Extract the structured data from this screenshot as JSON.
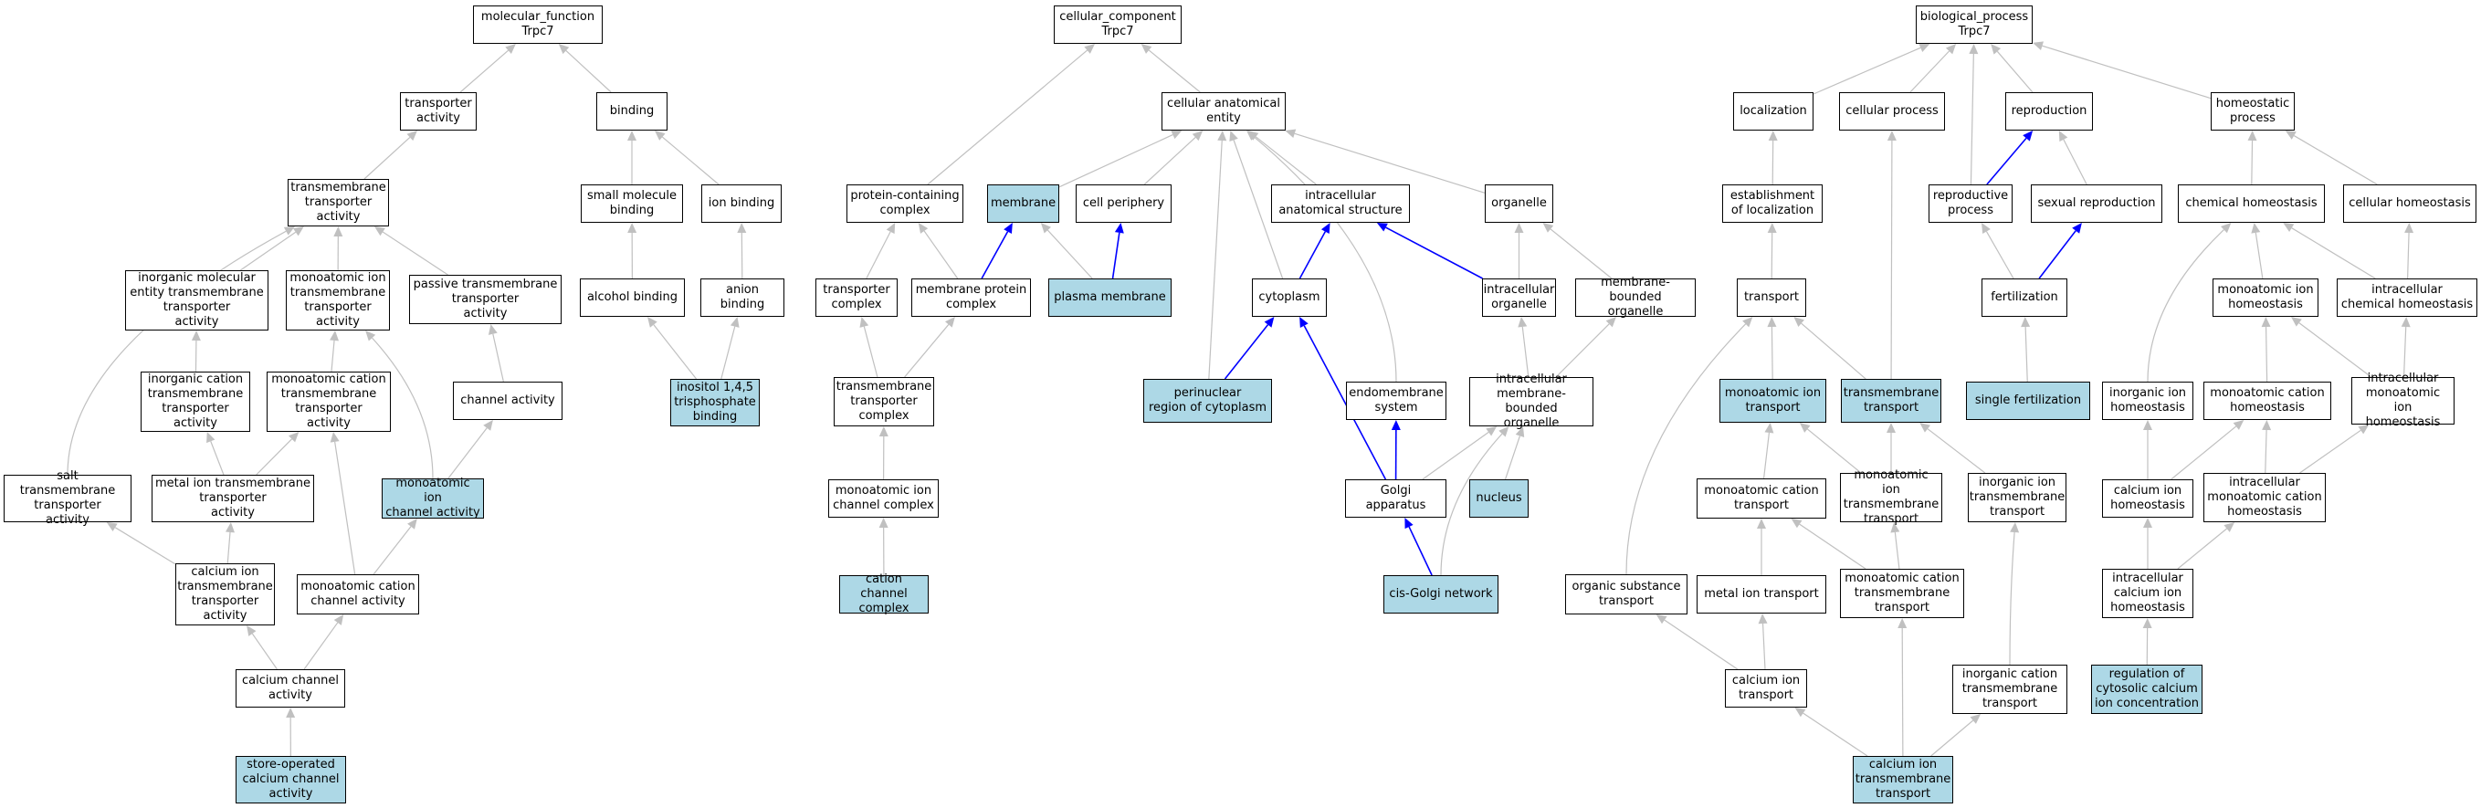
{
  "colors": {
    "highlight": "#add8e6",
    "node_fill": "#ffffff",
    "edge_grey": "#c0c0c0",
    "edge_blue": "#0000ff",
    "border": "#000000"
  },
  "nodes": {
    "mf": {
      "label": "molecular_function\nTrpc7"
    },
    "transporter_activity": {
      "label": "transporter\nactivity"
    },
    "binding": {
      "label": "binding"
    },
    "tm_transporter_activity": {
      "label": "transmembrane\ntransporter\nactivity"
    },
    "small_molecule_binding": {
      "label": "small molecule\nbinding"
    },
    "ion_binding": {
      "label": "ion binding"
    },
    "inorganic_molecular_entity_tt": {
      "label": "inorganic molecular\nentity transmembrane\ntransporter\nactivity"
    },
    "monoatomic_ion_tt": {
      "label": "monoatomic ion\ntransmembrane\ntransporter\nactivity"
    },
    "passive_tt": {
      "label": "passive transmembrane\ntransporter\nactivity"
    },
    "alcohol_binding": {
      "label": "alcohol binding"
    },
    "anion_binding": {
      "label": "anion binding"
    },
    "inorganic_cation_tt": {
      "label": "inorganic cation\ntransmembrane\ntransporter\nactivity"
    },
    "monoatomic_cation_tt": {
      "label": "monoatomic cation\ntransmembrane\ntransporter\nactivity"
    },
    "channel_activity": {
      "label": "channel activity"
    },
    "ip3_binding": {
      "label": "inositol 1,4,5\ntrisphosphate\nbinding"
    },
    "salt_tt": {
      "label": "salt transmembrane\ntransporter\nactivity"
    },
    "metal_ion_tt": {
      "label": "metal ion transmembrane\ntransporter\nactivity"
    },
    "monoatomic_ion_channel": {
      "label": "monoatomic ion\nchannel activity"
    },
    "calcium_ion_tt": {
      "label": "calcium ion\ntransmembrane\ntransporter\nactivity"
    },
    "monoatomic_cation_channel": {
      "label": "monoatomic cation\nchannel activity"
    },
    "calcium_channel_activity": {
      "label": "calcium channel\nactivity"
    },
    "soc_channel": {
      "label": "store-operated\ncalcium channel\nactivity"
    },
    "cc": {
      "label": "cellular_component\nTrpc7"
    },
    "cellular_anatomical_entity": {
      "label": "cellular anatomical\nentity"
    },
    "protein_containing_complex": {
      "label": "protein-containing\ncomplex"
    },
    "membrane": {
      "label": "membrane"
    },
    "cell_periphery": {
      "label": "cell periphery"
    },
    "intracellular_anatomical_structure": {
      "label": "intracellular\nanatomical structure"
    },
    "organelle": {
      "label": "organelle"
    },
    "transporter_complex": {
      "label": "transporter\ncomplex"
    },
    "membrane_protein_complex": {
      "label": "membrane protein\ncomplex"
    },
    "plasma_membrane": {
      "label": "plasma membrane"
    },
    "cytoplasm": {
      "label": "cytoplasm"
    },
    "intracellular_organelle": {
      "label": "intracellular\norganelle"
    },
    "membrane_bounded_organelle": {
      "label": "membrane-bounded\norganelle"
    },
    "tm_transporter_complex": {
      "label": "transmembrane\ntransporter\ncomplex"
    },
    "perinuclear_region": {
      "label": "perinuclear\nregion of cytoplasm"
    },
    "endomembrane_system": {
      "label": "endomembrane\nsystem"
    },
    "intracellular_mb_organelle": {
      "label": "intracellular\nmembrane-bounded\norganelle"
    },
    "monoatomic_ion_channel_complex": {
      "label": "monoatomic ion\nchannel complex"
    },
    "golgi_apparatus": {
      "label": "Golgi apparatus"
    },
    "nucleus": {
      "label": "nucleus"
    },
    "cation_channel_complex": {
      "label": "cation channel\ncomplex"
    },
    "cis_golgi": {
      "label": "cis-Golgi network"
    },
    "bp": {
      "label": "biological_process\nTrpc7"
    },
    "localization": {
      "label": "localization"
    },
    "cellular_process": {
      "label": "cellular process"
    },
    "reproduction": {
      "label": "reproduction"
    },
    "homeostatic_process": {
      "label": "homeostatic\nprocess"
    },
    "establishment_localization": {
      "label": "establishment\nof localization"
    },
    "reproductive_process": {
      "label": "reproductive\nprocess"
    },
    "sexual_reproduction": {
      "label": "sexual reproduction"
    },
    "chemical_homeostasis": {
      "label": "chemical homeostasis"
    },
    "cellular_homeostasis": {
      "label": "cellular homeostasis"
    },
    "transport": {
      "label": "transport"
    },
    "fertilization": {
      "label": "fertilization"
    },
    "monoatomic_ion_homeostasis": {
      "label": "monoatomic ion\nhomeostasis"
    },
    "intracellular_chemical_homeostasis": {
      "label": "intracellular\nchemical homeostasis"
    },
    "monoatomic_ion_transport": {
      "label": "monoatomic ion\ntransport"
    },
    "transmembrane_transport": {
      "label": "transmembrane\ntransport"
    },
    "single_fertilization": {
      "label": "single fertilization"
    },
    "inorganic_ion_homeostasis": {
      "label": "inorganic ion\nhomeostasis"
    },
    "monoatomic_cation_homeostasis": {
      "label": "monoatomic cation\nhomeostasis"
    },
    "intracellular_monoatomic_ion_homeostasis": {
      "label": "intracellular\nmonoatomic ion\nhomeostasis"
    },
    "monoatomic_cation_transport": {
      "label": "monoatomic cation\ntransport"
    },
    "monoatomic_ion_tm_transport": {
      "label": "monoatomic ion\ntransmembrane\ntransport"
    },
    "inorganic_ion_tm_transport": {
      "label": "inorganic ion\ntransmembrane\ntransport"
    },
    "calcium_ion_homeostasis": {
      "label": "calcium ion\nhomeostasis"
    },
    "intracellular_monoatomic_cation_homeostasis": {
      "label": "intracellular\nmonoatomic cation\nhomeostasis"
    },
    "organic_substance_transport": {
      "label": "organic substance\ntransport"
    },
    "metal_ion_transport": {
      "label": "metal ion transport"
    },
    "monoatomic_cation_tm_transport": {
      "label": "monoatomic cation\ntransmembrane\ntransport"
    },
    "intracellular_calcium_ion_homeostasis": {
      "label": "intracellular\ncalcium ion\nhomeostasis"
    },
    "calcium_ion_transport": {
      "label": "calcium ion\ntransport"
    },
    "inorganic_cation_tm_transport": {
      "label": "inorganic cation\ntransmembrane\ntransport"
    },
    "regulation_cytosolic_calcium": {
      "label": "regulation of\ncytosolic calcium\nion concentration"
    },
    "calcium_ion_tm_transport": {
      "label": "calcium ion\ntransmembrane\ntransport"
    }
  }
}
